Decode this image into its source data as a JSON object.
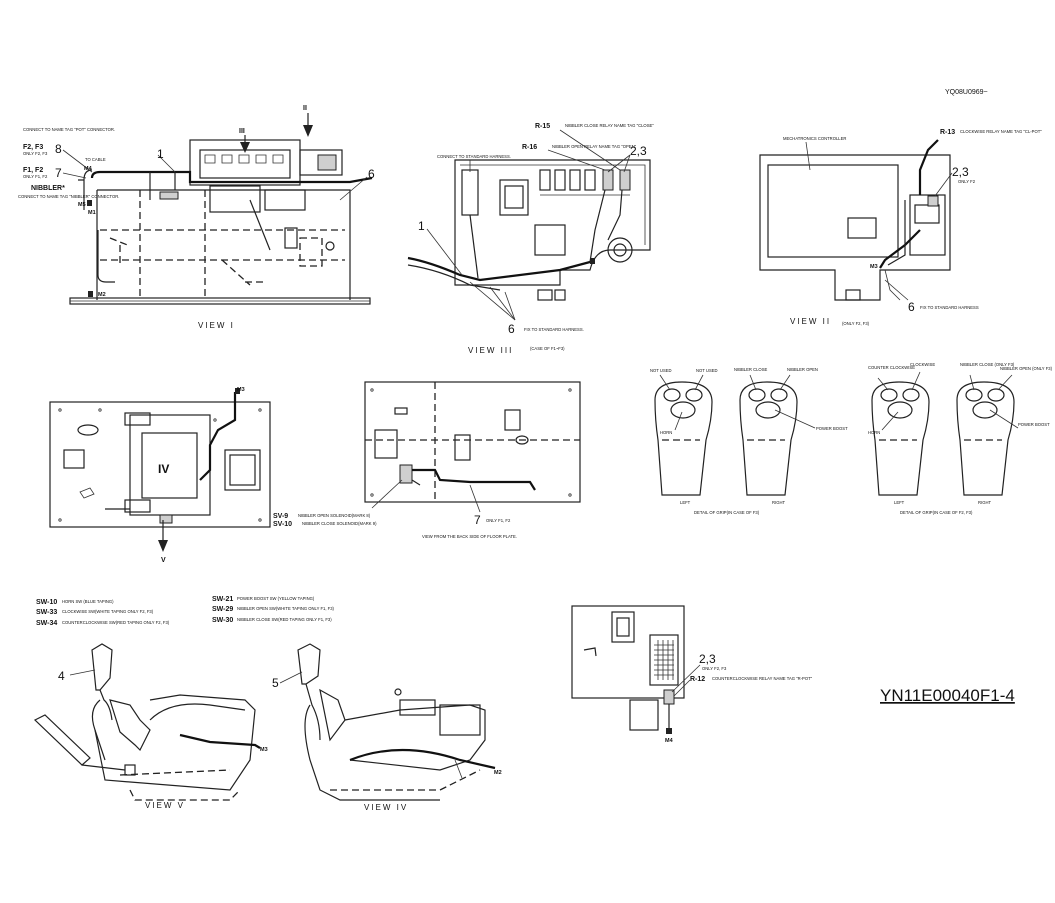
{
  "header": {
    "sheet_code": "YQ08U0969~",
    "drawing_number": "YN11E00040F1-4"
  },
  "view_i": {
    "view_label": "VIEW I",
    "note_connect_pot": "CONNECT TO NAME TAG \"POT\" CONNECTOR.",
    "lbl_f2f3": "F2, F3",
    "lbl_only_f2f3": "ONLY F2, F3",
    "lbl_f1f2": "F1, F2",
    "lbl_only_f1f2": "ONLY F1, F2",
    "lbl_nibbler": "NIBBLER*",
    "note_connect_nibbler": "CONNECT TO NAME TAG \"NIBBLER\" CONNECTOR.",
    "lbl_to_cable": "TO CABLE",
    "callout_8": "8",
    "callout_7": "7",
    "callout_1": "1",
    "callout_6": "6",
    "marker_ii": "II",
    "marker_iii": "III",
    "lbl_m4": "M4",
    "lbl_m5": "M5",
    "lbl_m1": "M1",
    "lbl_m2": "M2"
  },
  "view_iii": {
    "view_label": "VIEW III",
    "case_note": "(CASE OF F1~F3)",
    "note_connect_standard": "CONNECT TO STANDARD HARNESS.",
    "r15_code": "R-15",
    "r15_desc": "NIBBLER CLOSE RELAY NAME TAG \"CLOSE\"",
    "r16_code": "R-16",
    "r16_desc": "NIBBLER OPEN RELAY NAME TAG \"OPEN\"",
    "callout_23": "2,3",
    "callout_1": "1",
    "callout_6": "6",
    "fix_note": "FIX TO STANDARD HARNESS."
  },
  "view_ii": {
    "view_label": "VIEW II",
    "only_note": "(ONLY F2, F3)",
    "mech_controller": "MECHATRONICS CONTROLLER",
    "r13_code": "R-13",
    "r13_desc": "CLOCKWISE RELAY NAME TAG \"CL-POT\"",
    "callout_23": "2,3",
    "only_f2f3": "ONLY F2",
    "callout_6": "6",
    "fix_note": "FIX TO STANDARD HARNESS",
    "lbl_m3": "M3"
  },
  "view_iv_plate": {
    "marker_iv": "IV",
    "marker_v": "V",
    "lbl_m3": "M3"
  },
  "back_plate": {
    "sv9_code": "SV-9",
    "sv9_desc": "NIBBLER OPEN SOLENOID(MARK 8)",
    "sv10_code": "SV-10",
    "sv10_desc": "NIBBLER CLOSE SOLENOID(MARK 9)",
    "callout_7": "7",
    "only_note": "ONLY F1, F2",
    "view_note": "VIEW FROM THE BACK SIDE OF FLOOR PLATE."
  },
  "grips_f3": {
    "not_used_1": "NOT USED",
    "not_used_2": "NOT USED",
    "nibbler_close": "NIBBLER CLOSE",
    "nibbler_open": "NIBBLER OPEN",
    "horn": "HORN",
    "power_boost": "POWER BOOST",
    "left": "LEFT",
    "right": "RIGHT",
    "caption": "DETAIL OF GRIP(IN CASE OF F3)"
  },
  "grips_f2f3": {
    "counter_clockwise": "COUNTER CLOCKWISE",
    "clockwise": "CLOCKWISE",
    "nibbler_close": "NIBBLER CLOSE (ONLY F3)",
    "nibbler_open": "NIBBLER OPEN (ONLY F3)",
    "horn": "HORN",
    "power_boost": "POWER BOOST",
    "left": "LEFT",
    "right": "RIGHT",
    "caption": "DETAIL OF GRIP(IN CASE OF F2, F3)"
  },
  "view_v": {
    "view_label": "VIEW V",
    "sw10": "SW-10",
    "sw10_desc": "HORN SW (BLUE TAPING)",
    "sw33": "SW-33",
    "sw33_desc": "CLOCKWISE SW(WHITE TAPING ONLY F2, F3)",
    "sw34": "SW-34",
    "sw34_desc": "COUNTERCLOCKWISE SW(RED TAPING ONLY F2, F3)",
    "callout_4": "4",
    "lbl_m3": "M3"
  },
  "view_iv": {
    "view_label": "VIEW IV",
    "sw21": "SW-21",
    "sw21_desc": "POWER BOOST SW (YELLOW TAPING)",
    "sw29": "SW-29",
    "sw29_desc": "NIBBLER OPEN SW(WHITE TAPING ONLY F1, F3)",
    "sw30": "SW-30",
    "sw30_desc": "NIBBLER CLOSE SW(RED TAPING ONLY F1, F3)",
    "callout_5": "5",
    "lbl_m2": "M2"
  },
  "relay_r12": {
    "callout_23": "2,3",
    "only_note": "ONLY F2, F3",
    "r12_code": "R-12",
    "r12_desc": "COUNTERCLOCKWISE RELAY NAME TAG \"R-POT\"",
    "lbl_m4": "M4"
  }
}
